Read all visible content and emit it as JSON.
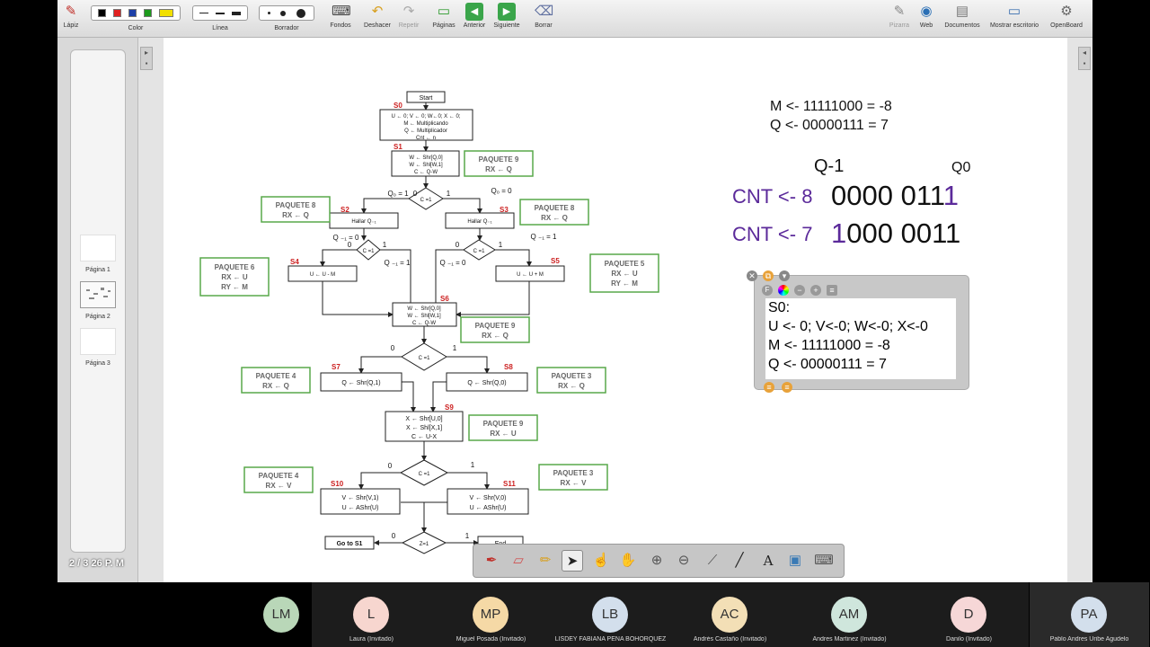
{
  "toolbar": {
    "pencil": "Lápiz",
    "color": "Color",
    "line": "Línea",
    "eraser": "Borrador",
    "backgrounds": "Fondos",
    "undo": "Deshacer",
    "redo": "Repetir",
    "pages": "Páginas",
    "previous": "Anterior",
    "next": "Siguiente",
    "clear": "Borrar",
    "board": "Pizarra",
    "web": "Web",
    "documents": "Documentos",
    "desktop": "Mostrar escritorio",
    "app": "OpenBoard",
    "colors": [
      "#000000",
      "#e02020",
      "#1c3fa8",
      "#1c9a1c",
      "#f2e000"
    ]
  },
  "sidebar": {
    "pages": [
      "Página 1",
      "Página 2",
      "Página 3"
    ],
    "page_count": "2 / 3  26 P. M"
  },
  "flowchart": {
    "start": "Start",
    "s0": "S0",
    "s0_l1": "U ← 0; V ← 0; W←0; X ← 0;",
    "s0_l2": "M ← Multiplicando",
    "s0_l3": "Q ← Multiplicador",
    "s0_l4": "Cnt ← n",
    "s1": "S1",
    "s1_l1": "W ← Shr[Q,0]",
    "s1_l2": "W ← Shl[W,1]",
    "s1_l3": "C ← Q-W",
    "pk9a_t": "PAQUETE 9",
    "pk9a_b": "RX ← Q",
    "d1": "C =1",
    "q0_1": "Q₀ = 1",
    "q0_0": "Q₀ = 0",
    "zero": "0",
    "one": "1",
    "pk8a_t": "PAQUETE 8",
    "pk8a_b": "RX ← Q",
    "pk8b_t": "PAQUETE 8",
    "pk8b_b": "RX ← Q",
    "s2": "S2",
    "s2_box": "Hallar Q₋₁",
    "s3": "S3",
    "s3_box": "Hallar Q₋₁",
    "qm1_0": "Q ₋₁ = 0",
    "qm1_1": "Q ₋₁ = 1",
    "qm1_1b": "Q ₋₁ = 1",
    "qm1_0b": "Q ₋₁ = 0",
    "pk6_t": "PAQUETE 6",
    "pk6_b1": "RX ← U",
    "pk6_b2": "RY ← M",
    "pk5_t": "PAQUETE 5",
    "pk5_b1": "RX ← U",
    "pk5_b2": "RY ← M",
    "s4": "S4",
    "s4_box": "U ← U - M",
    "s5": "S5",
    "s5_box": "U ← U + M",
    "s6": "S6",
    "s6_l1": "W ← Shr[Q,0]",
    "s6_l2": "W ← Shl[W,1]",
    "s6_l3": "C ← Q-W",
    "pk9b_t": "PAQUETE 9",
    "pk9b_b": "RX ← Q",
    "s7": "S7",
    "s7_box": "Q ← Shr(Q,1)",
    "s8": "S8",
    "s8_box": "Q ← Shr(Q,0)",
    "pk4a_t": "PAQUETE 4",
    "pk4a_b": "RX ← Q",
    "pk3a_t": "PAQUETE 3",
    "pk3a_b": "RX ← Q",
    "s9": "S9",
    "s9_l1": "X ← Shr[U,0]",
    "s9_l2": "X ← Shl[X,1]",
    "s9_l3": "C ← U-X",
    "pk9c_t": "PAQUETE 9",
    "pk9c_b": "RX ← U",
    "pk4b_t": "PAQUETE 4",
    "pk4b_b": "RX ← V",
    "pk3b_t": "PAQUETE 3",
    "pk3b_b": "RX ← V",
    "s10": "S10",
    "s10_l1": "V ← Shr(V,1)",
    "s10_l2": "U ← AShr(U)",
    "s11": "S11",
    "s11_l1": "V ← Shr(V,0)",
    "s11_l2": "U ← AShr(U)",
    "goto": "Go to S1",
    "dz": "Z=1",
    "end": "End"
  },
  "math": {
    "m_line": "M <- 11111000 = -8",
    "q_line": "Q <- 00000111 = 7",
    "q_minus_1": "Q-1",
    "q0": "Q0",
    "cnt8": "CNT <- 8",
    "cnt7": "CNT <- 7",
    "bits1_a": "0000 011",
    "bits1_b": "1",
    "bits2_a": "1",
    "bits2_b": "000 0011"
  },
  "widget": {
    "lines": [
      "S0:",
      "U <- 0; V<-0; W<-0; X<-0",
      "M <- 11111000 = -8",
      "Q <- 00000111 = 7"
    ]
  },
  "participants": [
    {
      "initials": "LM",
      "name": "",
      "color": "#b9d7b8"
    },
    {
      "initials": "L",
      "name": "Laura (Invitado)",
      "color": "#f7d6cf"
    },
    {
      "initials": "MP",
      "name": "Miguel Posada (Invitado)",
      "color": "#f5d9a6"
    },
    {
      "initials": "LB",
      "name": "LISDEY FABIANA PEÑA BOHORQUEZ",
      "color": "#d3dfec"
    },
    {
      "initials": "AC",
      "name": "Andrés Castaño (Invitado)",
      "color": "#f3dfb6"
    },
    {
      "initials": "AM",
      "name": "Andres Martinez (Invitado)",
      "color": "#cfe6dc"
    },
    {
      "initials": "D",
      "name": "Danilo (Invitado)",
      "color": "#f6d7d7"
    },
    {
      "initials": "PA",
      "name": "Pablo Andres Uribe Agudelo",
      "color": "#d3dfec"
    }
  ]
}
